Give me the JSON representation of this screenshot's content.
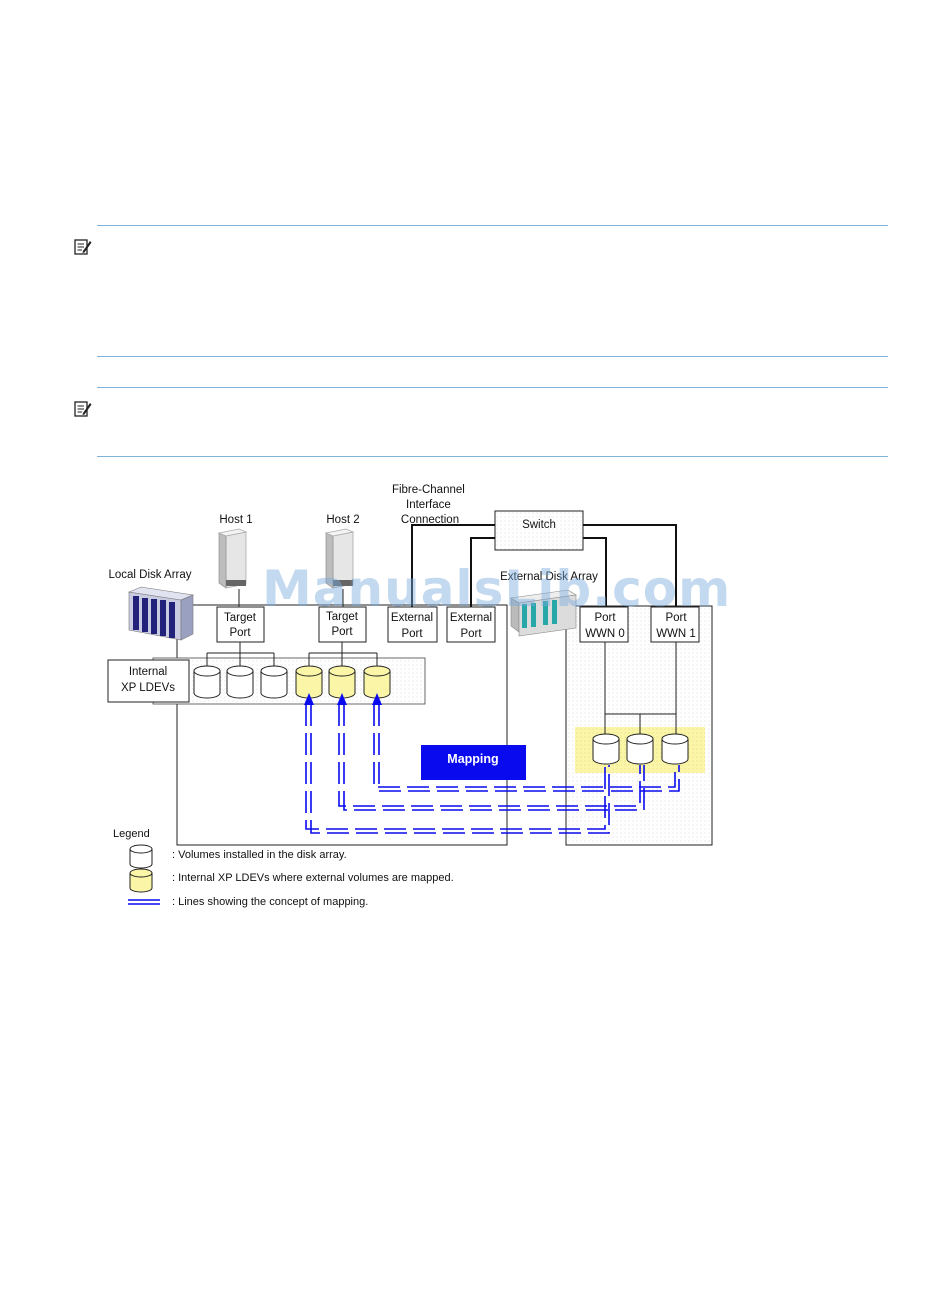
{
  "diagram": {
    "fibre_channel_label": [
      "Fibre-Channel",
      "Interface",
      "Connection"
    ],
    "switch_label": "Switch",
    "host1_label": "Host 1",
    "host2_label": "Host 2",
    "local_disk_array_label": "Local Disk Array",
    "external_disk_array_label": "External Disk Array",
    "target_port_label": [
      "Target",
      "Port"
    ],
    "external_port_label": [
      "External",
      "Port"
    ],
    "port_wwn0_label": [
      "Port",
      "WWN 0"
    ],
    "port_wwn1_label": [
      "Port",
      "WWN 1"
    ],
    "internal_ldevs_label": [
      "Internal",
      "XP LDEVs"
    ],
    "mapping_label": "Mapping"
  },
  "legend": {
    "title": "Legend",
    "volumes": ": Volumes installed in the disk array.",
    "mapped": ": Internal XP LDEVs where external volumes are mapped.",
    "lines": ": Lines showing the concept of mapping."
  },
  "watermark": "ManualsLib.com",
  "colors": {
    "rule": "#7fb3d9",
    "mapped_volume": "#fbf5a8",
    "mapping_box": "#0a0aee",
    "mapping_line": "#0a0aee"
  }
}
